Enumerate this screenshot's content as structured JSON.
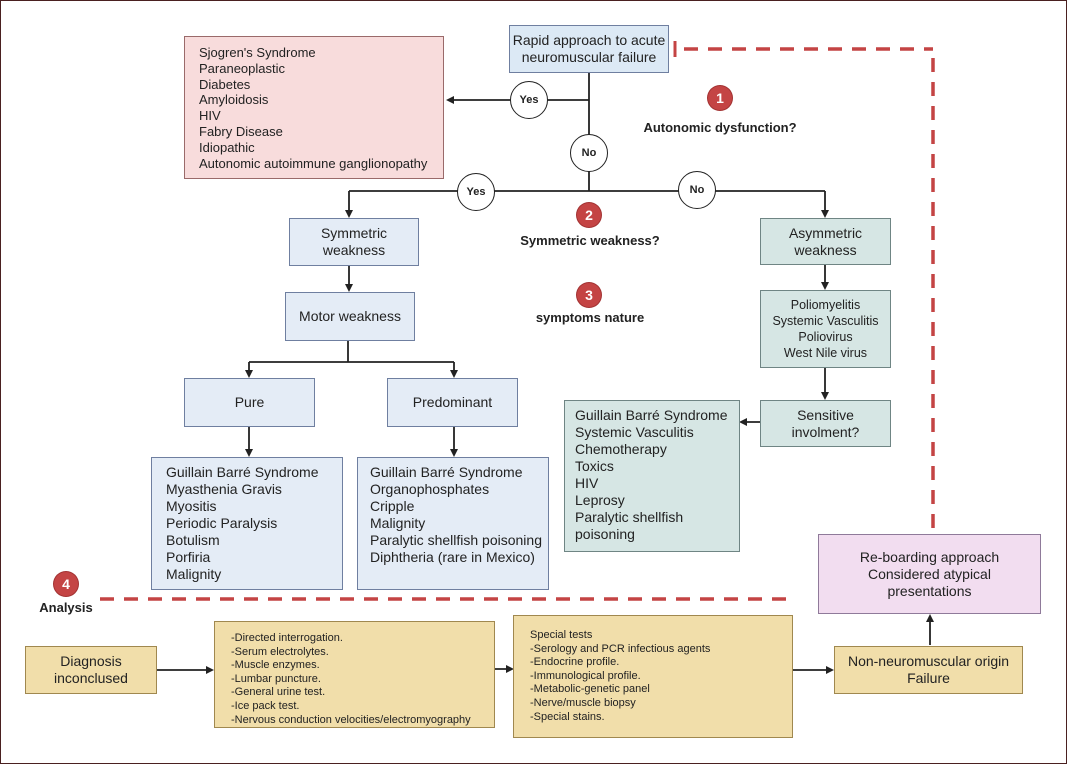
{
  "title_box": {
    "lines": [
      "Rapid approach to acute",
      "neuromuscular failure"
    ]
  },
  "autonomic_causes": [
    "Sjogren's Syndrome",
    "Paraneoplastic",
    "Diabetes",
    "Amyloidosis",
    "HIV",
    "Fabry Disease",
    "Idiopathic",
    "Autonomic autoimmune ganglionopathy"
  ],
  "decisions": {
    "yes1": "Yes",
    "no1": "No",
    "yes2": "Yes",
    "no2": "No"
  },
  "steps": [
    {
      "number": "1",
      "label": "Autonomic dysfunction?"
    },
    {
      "number": "2",
      "label": "Symmetric weakness?"
    },
    {
      "number": "3",
      "label": "symptoms nature"
    },
    {
      "number": "4",
      "label": "Analysis"
    }
  ],
  "symmetric": {
    "box": [
      "Symmetric",
      "weakness"
    ],
    "motor": "Motor weakness",
    "pure": {
      "label": "Pure",
      "causes": [
        "Guillain Barré Syndrome",
        "Myasthenia Gravis",
        "Myositis",
        "Periodic Paralysis",
        "Botulism",
        "Porfiria",
        "Malignity"
      ]
    },
    "predominant": {
      "label": "Predominant",
      "causes": [
        "Guillain Barré Syndrome",
        "Organophosphates",
        "Cripple",
        "Malignity",
        "Paralytic shellfish poisoning",
        "Diphtheria (rare in Mexico)"
      ]
    }
  },
  "asymmetric": {
    "box": [
      "Asymmetric",
      "weakness"
    ],
    "causes": [
      "Poliomyelitis",
      "Systemic Vasculitis",
      "Poliovirus",
      "West Nile virus"
    ],
    "sensitive": [
      "Sensitive",
      "involment?"
    ],
    "sensitive_causes": [
      "Guillain Barré Syndrome",
      "Systemic Vasculitis",
      "Chemotherapy",
      "Toxics",
      "HIV",
      "Leprosy",
      "Paralytic shellfish",
      "poisoning"
    ]
  },
  "analysis": {
    "diagnosis": [
      "Diagnosis",
      "inconclused"
    ],
    "basic_tests": [
      "-Directed interrogation.",
      "-Serum electrolytes.",
      "-Muscle enzymes.",
      "-Lumbar puncture.",
      "-General urine test.",
      "-Ice pack test.",
      "-Nervous conduction velocities/electromyography"
    ],
    "special_tests": [
      "Special tests",
      "-Serology and PCR infectious agents",
      "-Endocrine profile.",
      "-Immunological profile.",
      "-Metabolic-genetic panel",
      "-Nerve/muscle biopsy",
      "-Special stains."
    ],
    "non_neuro": [
      "Non-neuromuscular origin",
      "Failure"
    ],
    "reboarding": [
      "Re-boarding approach",
      "Considered atypical",
      "presentations"
    ]
  },
  "colors": {
    "dash": "#c44444",
    "badge": "#c44444",
    "line": "#222222"
  }
}
